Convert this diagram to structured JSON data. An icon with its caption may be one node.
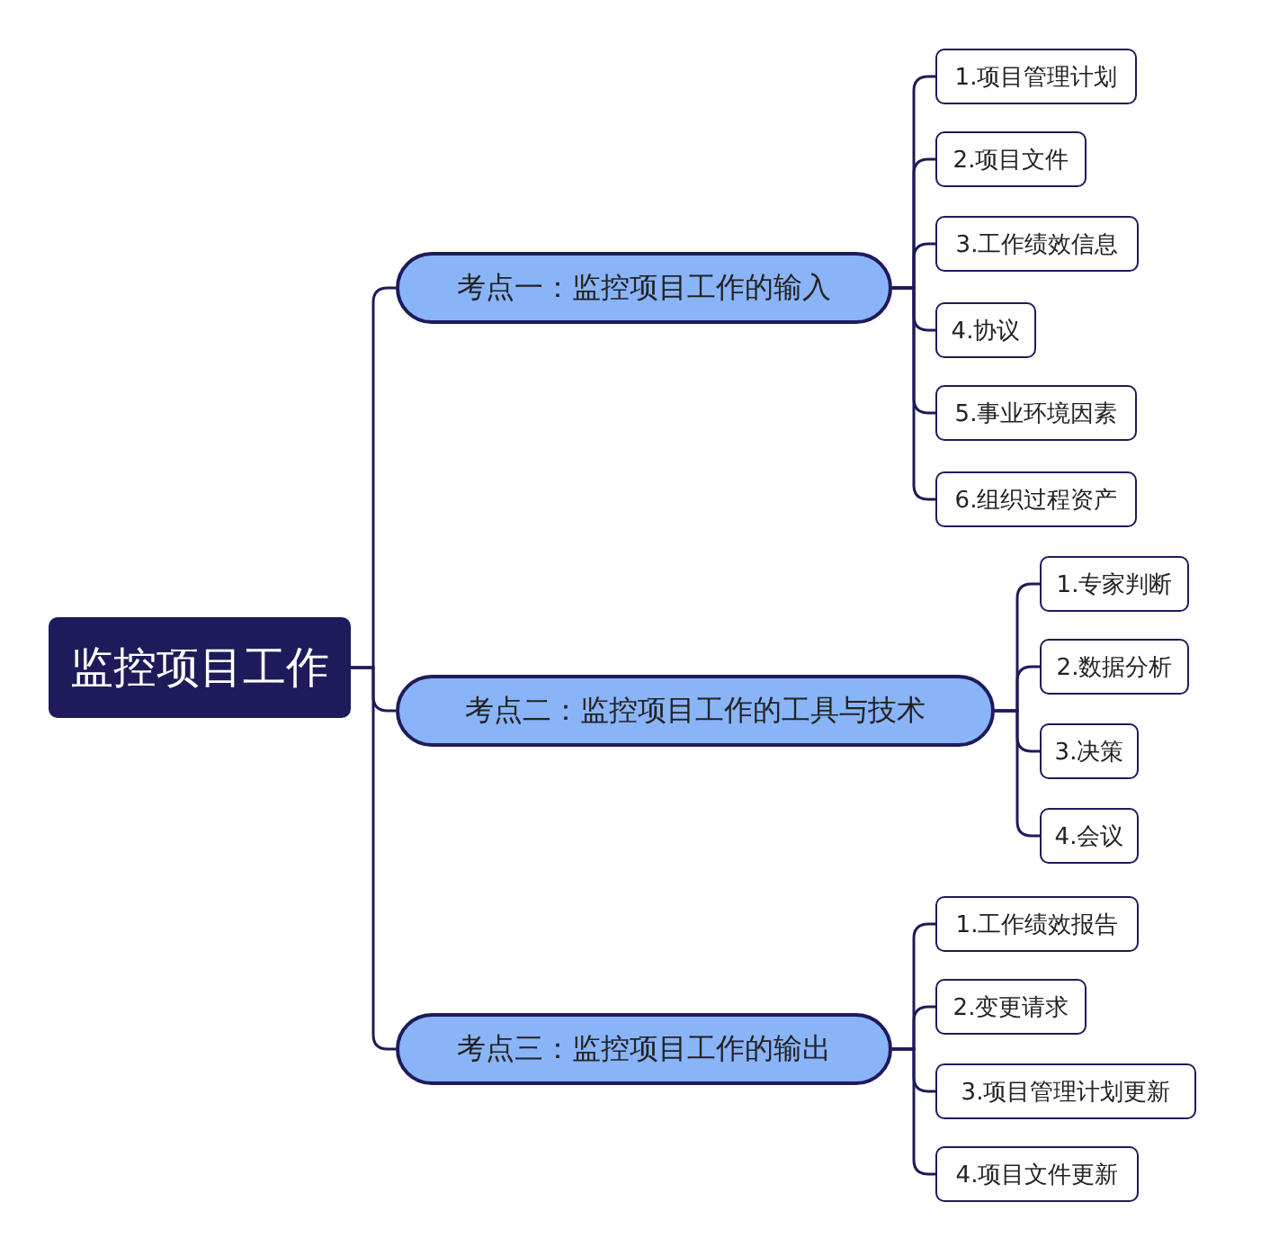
{
  "diagram": {
    "nodes": [
      {
        "text": [
          "监控项目工作"
        ]
      },
      {
        "text": [
          "考点一：监控项目工作的输入"
        ]
      },
      {
        "text": [
          "1.项目管理计划"
        ]
      },
      {
        "text": [
          "2.项目文件"
        ]
      },
      {
        "text": [
          "3.工作绩效信息"
        ]
      },
      {
        "text": [
          "4.协议"
        ]
      },
      {
        "text": [
          "5.事业环境因素"
        ]
      },
      {
        "text": [
          "6.组织过程资产"
        ]
      },
      {
        "text": [
          "考点二：监控项目工作的工具与技术"
        ]
      },
      {
        "text": [
          "1.专家判断"
        ]
      },
      {
        "text": [
          "2.数据分析"
        ]
      },
      {
        "text": [
          "3.决策"
        ]
      },
      {
        "text": [
          "4.会议"
        ]
      },
      {
        "text": [
          "考点三：监控项目工作的输出"
        ]
      },
      {
        "text": [
          "1.工作绩效报告"
        ]
      },
      {
        "text": [
          "2.变更请求"
        ]
      },
      {
        "text": [
          "3.项目管理计划更新"
        ]
      },
      {
        "text": [
          "4.项目文件更新"
        ]
      }
    ],
    "edges": [
      {
        "from": 0,
        "to": 1,
        "arrow": "none"
      },
      {
        "from": 1,
        "to": 2,
        "arrow": "none"
      },
      {
        "from": 1,
        "to": 3,
        "arrow": "none"
      },
      {
        "from": 1,
        "to": 4,
        "arrow": "none"
      },
      {
        "from": 1,
        "to": 5,
        "arrow": "none"
      },
      {
        "from": 1,
        "to": 6,
        "arrow": "none"
      },
      {
        "from": 1,
        "to": 7,
        "arrow": "none"
      },
      {
        "from": 0,
        "to": 8,
        "arrow": "none"
      },
      {
        "from": 8,
        "to": 9,
        "arrow": "none"
      },
      {
        "from": 8,
        "to": 10,
        "arrow": "none"
      },
      {
        "from": 8,
        "to": 11,
        "arrow": "none"
      },
      {
        "from": 8,
        "to": 12,
        "arrow": "none"
      },
      {
        "from": 0,
        "to": 13,
        "arrow": "none"
      },
      {
        "from": 13,
        "to": 14,
        "arrow": "none"
      },
      {
        "from": 13,
        "to": 15,
        "arrow": "none"
      },
      {
        "from": 13,
        "to": 16,
        "arrow": "none"
      },
      {
        "from": 13,
        "to": 17,
        "arrow": "none"
      }
    ]
  }
}
